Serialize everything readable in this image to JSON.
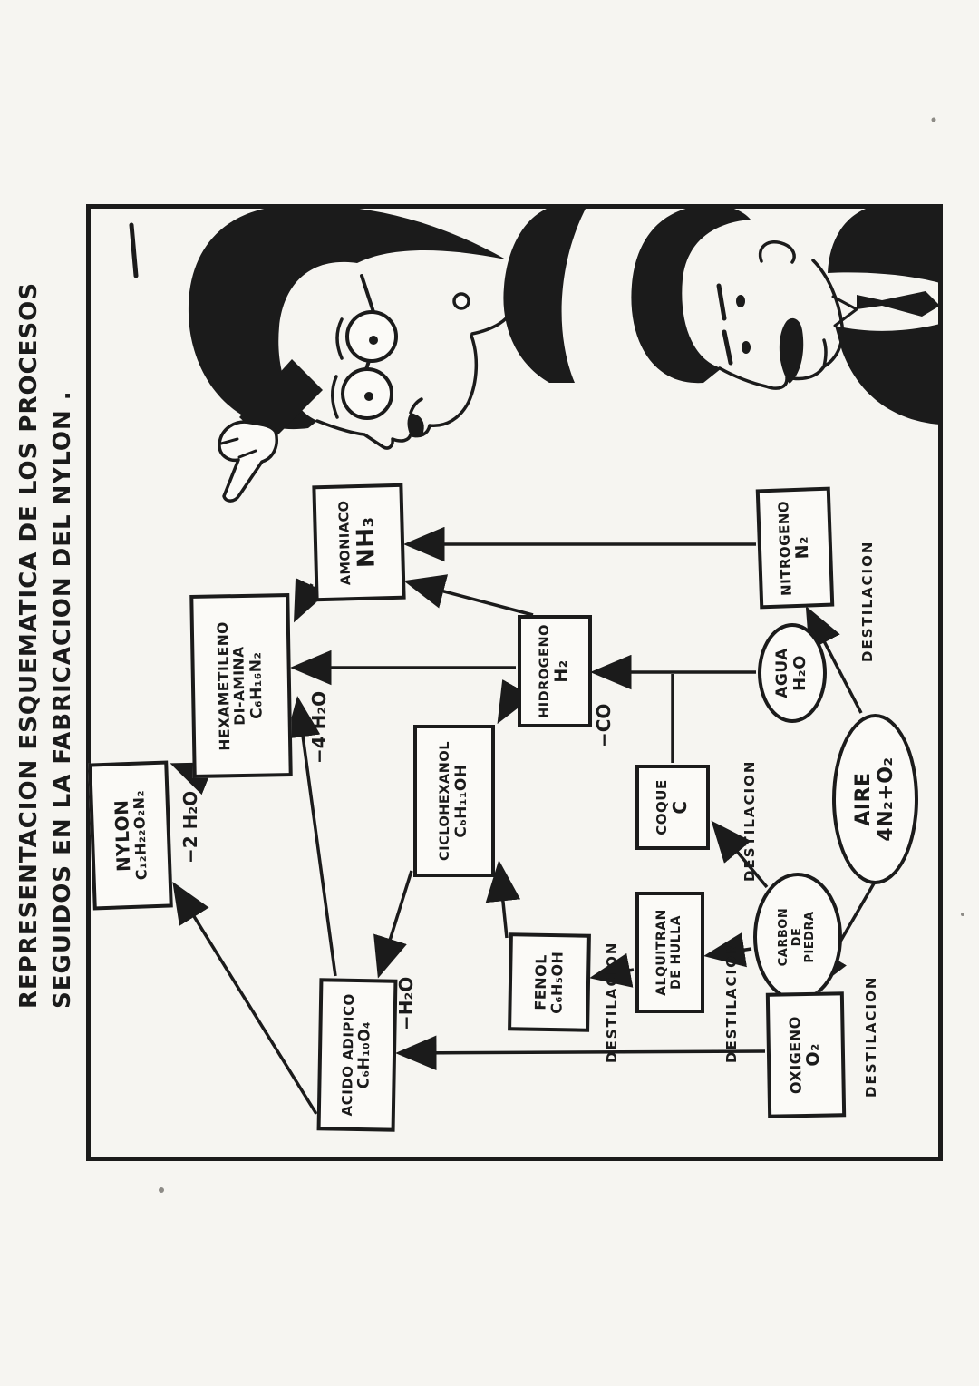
{
  "title": {
    "line1": "REPRESENTACION ESQUEMATICA DE LOS PROCESOS",
    "line2": "SEGUIDOS EN LA FABRICACION DEL NYLON ."
  },
  "colors": {
    "ink": "#1b1b1b",
    "paper": "#f6f5f1"
  },
  "nodes": {
    "aire": {
      "name": "AIRE",
      "formula": "4N₂+O₂"
    },
    "agua": {
      "name": "AGUA",
      "formula": "H₂O"
    },
    "carbon": {
      "line1": "CARBON",
      "line2": "DE",
      "line3": "PIEDRA"
    },
    "oxigeno": {
      "name": "OXIGENO",
      "formula": "O₂"
    },
    "nitrogeno": {
      "name": "NITROGENO",
      "formula": "N₂"
    },
    "hidrogeno": {
      "name": "HIDROGENO",
      "formula": "H₂"
    },
    "coque": {
      "name": "COQUE",
      "formula": "C"
    },
    "alquitran": {
      "line1": "ALQUITRAN",
      "line2": "DE HULLA"
    },
    "fenol": {
      "name": "FENOL",
      "formula": "C₆H₅OH"
    },
    "ciclohexanol": {
      "name": "CICLOHEXANOL",
      "formula": "C₆H₁₁OH"
    },
    "amoniaco": {
      "name": "AMONIACO",
      "formula": "NH₃"
    },
    "hexametileno": {
      "line1": "HEXAMETILENO",
      "line2": "DI-AMINA",
      "formula": "C₆H₁₆N₂"
    },
    "acido": {
      "name": "ACIDO ADIPICO",
      "formula": "C₆H₁₀O₄"
    },
    "nylon": {
      "name": "NYLON",
      "formula": "C₁₂H₂₂O₂N₂"
    }
  },
  "edge_labels": {
    "d1": "DESTILACION",
    "d2": "DESTILACION",
    "d3": "DESTILACION",
    "d4": "DESTILACION",
    "d5": "DESTILACION",
    "co": "−CO",
    "h2o4": "−4 H₂O",
    "h2o2": "−2 H₂O",
    "h2o1": "−H₂O"
  },
  "edges": [
    {
      "from": "AIRE",
      "to": "NITROGENO",
      "label": "DESTILACION"
    },
    {
      "from": "AIRE",
      "to": "OXIGENO",
      "label": "DESTILACION"
    },
    {
      "from": "NITROGENO",
      "to": "AMONIACO",
      "label": ""
    },
    {
      "from": "AGUA",
      "to": "HIDROGENO",
      "label": "−CO"
    },
    {
      "from": "COQUE",
      "to": "HIDROGENO",
      "label": ""
    },
    {
      "from": "CARBON DE PIEDRA",
      "to": "COQUE",
      "label": "DESTILACION"
    },
    {
      "from": "CARBON DE PIEDRA",
      "to": "ALQUITRAN DE HULLA",
      "label": "DESTILACION"
    },
    {
      "from": "ALQUITRAN DE HULLA",
      "to": "FENOL",
      "label": "DESTILACION"
    },
    {
      "from": "FENOL",
      "to": "CICLOHEXANOL",
      "label": ""
    },
    {
      "from": "HIDROGENO",
      "to": "CICLOHEXANOL",
      "label": ""
    },
    {
      "from": "HIDROGENO",
      "to": "AMONIACO",
      "label": ""
    },
    {
      "from": "HIDROGENO",
      "to": "HEXAMETILENO DI-AMINA",
      "label": ""
    },
    {
      "from": "OXIGENO",
      "to": "ACIDO ADIPICO",
      "label": ""
    },
    {
      "from": "CICLOHEXANOL",
      "to": "ACIDO ADIPICO",
      "label": "−H₂O"
    },
    {
      "from": "ACIDO ADIPICO",
      "to": "HEXAMETILENO DI-AMINA",
      "label": "−4 H₂O"
    },
    {
      "from": "AMONIACO",
      "to": "HEXAMETILENO DI-AMINA",
      "label": ""
    },
    {
      "from": "HEXAMETILENO DI-AMINA",
      "to": "NYLON",
      "label": "−2 H₂O"
    },
    {
      "from": "ACIDO ADIPICO",
      "to": "NYLON",
      "label": ""
    }
  ]
}
